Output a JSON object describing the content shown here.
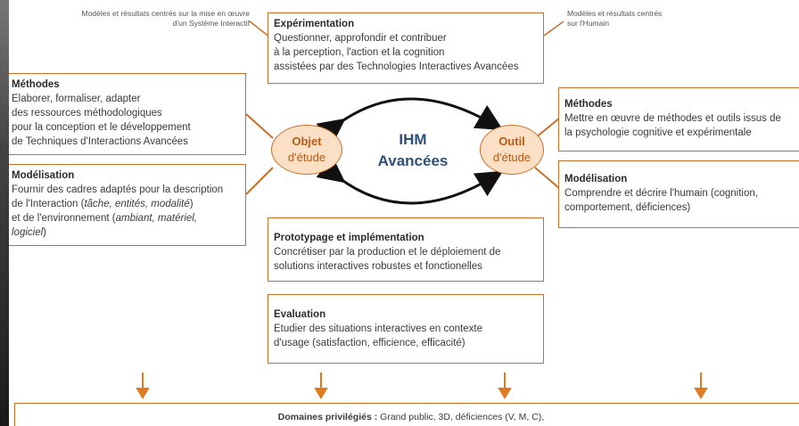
{
  "notes": {
    "left": "Modèles et résultats centrés sur la mise en œuvre d'un Système Interactif",
    "right": "Modèles et résultats centrés sur l'Humain"
  },
  "experimentation": {
    "title": "Expérimentation",
    "lines": [
      "Questionner, approfondir et contribuer",
      "à la perception, l'action et la cognition",
      "assistées par des Technologies Interactives Avancées"
    ]
  },
  "left_methodes": {
    "title": "Méthodes",
    "lines": [
      "Elaborer, formaliser, adapter",
      "des ressources méthodologiques",
      "pour la conception et le développement",
      "de Techniques d'Interactions Avancées"
    ]
  },
  "left_modelisation": {
    "title": "Modélisation",
    "line1_prefix": "Fournir des cadres adaptés pour la description",
    "line2_prefix": "de l'Interaction (",
    "line2_italic": "tâche, entités, modalité",
    "line2_suffix": ")",
    "line3_prefix": "et de l'environnement (",
    "line3_italic": "ambiant, matériel,",
    "line4_italic": "logiciel",
    "line4_suffix": ")"
  },
  "right_methodes": {
    "title": "Méthodes",
    "lines": [
      "Mettre en œuvre de méthodes et outils issus de",
      "la psychologie cognitive et expérimentale"
    ]
  },
  "right_modelisation": {
    "title": "Modélisation",
    "lines": [
      "Comprendre et décrire l'humain (cognition,",
      "comportement, déficiences)"
    ]
  },
  "center": {
    "line1": "IHM",
    "line2": "Avancées"
  },
  "objet": {
    "line1": "Objet",
    "line2": "d'étude"
  },
  "outil": {
    "line1": "Outil",
    "line2": "d'étude"
  },
  "prototypage": {
    "title": "Prototypage et implémentation",
    "lines": [
      "Concrétiser par la production et le déploiement de",
      "solutions interactives robustes et fonctionelles"
    ]
  },
  "evaluation": {
    "title": "Evaluation",
    "lines": [
      "Etudier des situations interactives en contexte",
      "d'usage (satisfaction, efficience, efficacité)"
    ]
  },
  "bottom": {
    "label": "Domaines privilégiés :",
    "text": " Grand public, 3D, déficiences (V, M, C),"
  },
  "colors": {
    "border": "#c8702a",
    "ellipse_fill": "#fbe0c6",
    "ellipse_text": "#b85a18",
    "center_text": "#2e4f7a",
    "arrow": "#e07a22"
  }
}
